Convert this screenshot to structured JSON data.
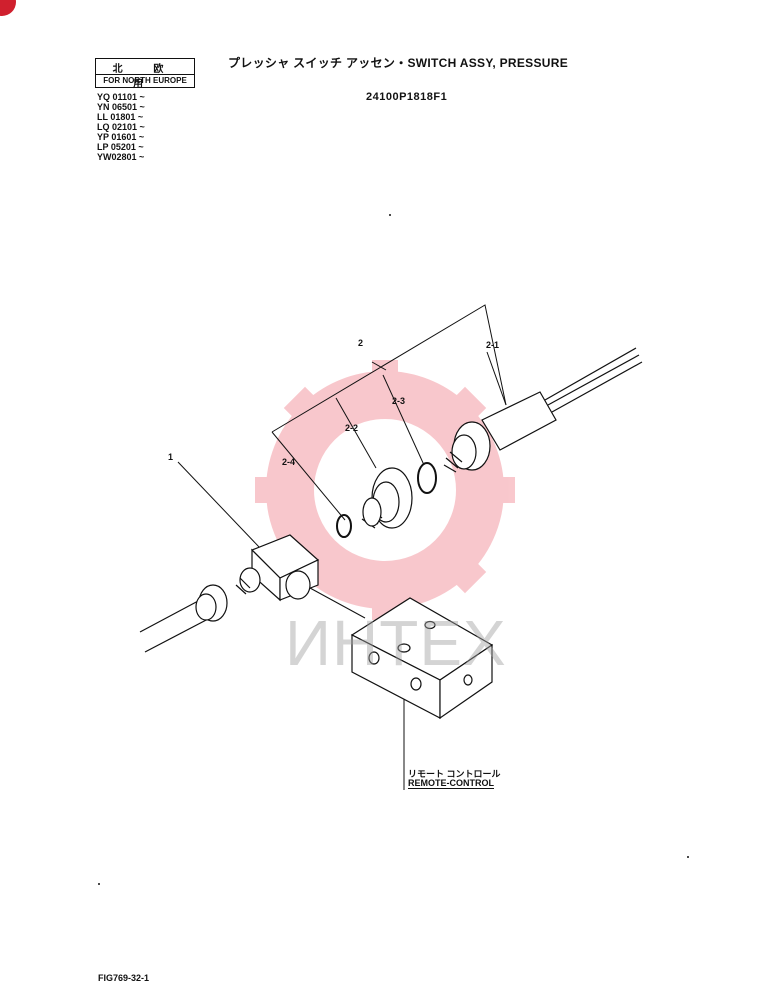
{
  "region": {
    "label_jp": "北 欧 用",
    "label_en": "FOR NORTH EUROPE"
  },
  "serials": [
    "YQ 01101 ~",
    "YN 06501 ~",
    "LL 01801 ~",
    "LQ 02101 ~",
    "YP 01601 ~",
    "LP 05201 ~",
    "YW02801 ~"
  ],
  "title": "プレッシャ スイッチ アッセン・SWITCH ASSY, PRESSURE",
  "part_number": "24100P1818F1",
  "callouts": {
    "c1": "1",
    "c2": "2",
    "c2_1": "2-1",
    "c2_2": "2-2",
    "c2_3": "2-3",
    "c2_4": "2-4"
  },
  "remote_control": {
    "jp": "リモート コントロール",
    "en": "REMOTE-CONTROL"
  },
  "watermark": "ИНТЕХ",
  "figure": "FIG769-32-1"
}
